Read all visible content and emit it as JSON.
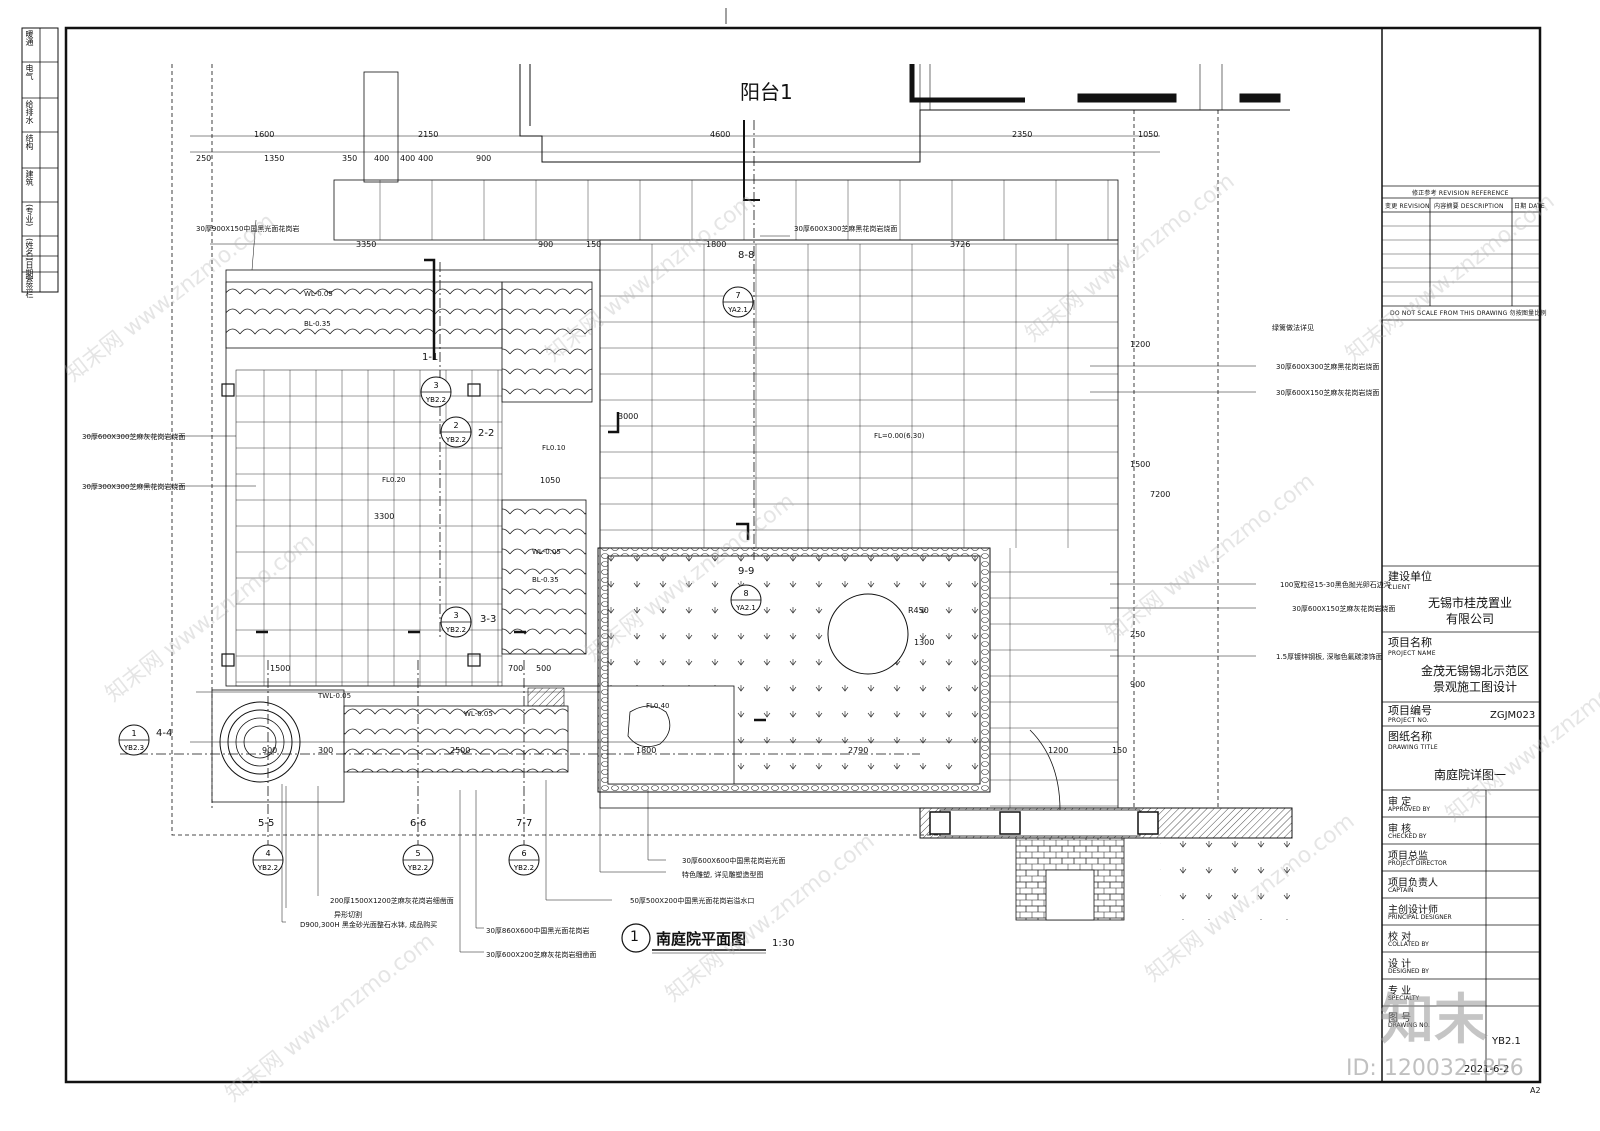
{
  "drawing": {
    "balcony_label": "阳台1",
    "title_index": "1",
    "title": "南庭院平面图",
    "scale": "1:30"
  },
  "left_strip": [
    "暖通",
    "电气",
    "给排水",
    "结构",
    "建筑",
    "(专业)",
    "(姓名)",
    "(日期)",
    "会签栏"
  ],
  "dims_top": [
    "1600",
    "2150",
    "4600",
    "2350",
    "1050",
    "250",
    "1350",
    "350",
    "400",
    "400",
    "400",
    "900",
    "3350",
    "900",
    "150",
    "1800",
    "3726"
  ],
  "dims_misc": [
    "1500",
    "900",
    "300",
    "2500",
    "1050",
    "500",
    "700",
    "1800",
    "2790",
    "1200",
    "150",
    "1300",
    "R450",
    "3300",
    "3000",
    "7200",
    "1500",
    "1200",
    "900",
    "250"
  ],
  "levels": [
    "WL-0.05",
    "BL-0.35",
    "FL0.20",
    "FL0.10",
    "WL-0.05",
    "BL-0.35",
    "FL=0.00(6.30)",
    "FL0.40",
    "TWL-0.05",
    "WL-0.05"
  ],
  "sections": [
    "1-1",
    "2-2",
    "3-3",
    "4-4",
    "5-5",
    "6-6",
    "7-7",
    "8-8",
    "9-9"
  ],
  "callouts": [
    {
      "n": "3",
      "ref": "YB2.2"
    },
    {
      "n": "2",
      "ref": "YB2.2"
    },
    {
      "n": "3",
      "ref": "YB2.2"
    },
    {
      "n": "1",
      "ref": "YB2.3"
    },
    {
      "n": "4",
      "ref": "YB2.2"
    },
    {
      "n": "5",
      "ref": "YB2.2"
    },
    {
      "n": "6",
      "ref": "YB2.2"
    },
    {
      "n": "7",
      "ref": "YA2.1"
    },
    {
      "n": "8",
      "ref": "YA2.1"
    }
  ],
  "notes_left": [
    "30厚900X150中国黑光面花岗岩",
    "30厚600X300芝麻灰花岗岩烧面",
    "30厚300X300芝麻黑花岗岩烧面"
  ],
  "notes_top": [
    "30厚600X300芝麻黑花岗岩烧面"
  ],
  "notes_right": [
    "绿篱做法详见",
    "30厚600X300芝麻黑花岗岩烧面",
    "30厚600X150芝麻灰花岗岩烧面",
    "100宽粒径15-30黑色抛光卵石边沟",
    "30厚600X150芝麻灰花岗岩烧面",
    "1.5厚镀锌钢板, 深咖色氟碳漆饰面"
  ],
  "notes_bottom": [
    "30厚600X600中国黑花岗岩光面",
    "特色雕塑, 详见雕塑造型图",
    "50厚500X200中国黑光面花岗岩溢水口",
    "200厚1500X1200芝麻灰花岗岩细凿面",
    "异形切割",
    "D900,300H 黑金砂光面整石水钵, 成品购买",
    "30厚860X600中国黑光面花岗岩",
    "30厚600X200芝麻灰花岗岩细凿面"
  ],
  "revision": {
    "title": "修正参考  REVISION REFERENCE",
    "col1": "变更 REVISION",
    "col2": "内容摘要 DESCRIPTION",
    "col3": "日期 DATE",
    "scale_note": "DO NOT SCALE FROM THIS DRAWING  勿按图量比例"
  },
  "titleblock": {
    "client_cn": "建设单位",
    "client_en": "CLIENT",
    "client_value_1": "无锡市桂茂置业",
    "client_value_2": "有限公司",
    "project_cn": "项目名称",
    "project_en": "PROJECT NAME",
    "project_value_1": "金茂无锡锡北示范区",
    "project_value_2": "景观施工图设计",
    "projno_cn": "项目编号",
    "projno_en": "PROJECT NO.",
    "projno_value": "ZGJM023",
    "dtitle_cn": "图纸名称",
    "dtitle_en": "DRAWING TITLE",
    "dtitle_value": "南庭院详图一",
    "rows": [
      {
        "cn": "审  定",
        "en": "APPROVED BY"
      },
      {
        "cn": "审  核",
        "en": "CHECKED BY"
      },
      {
        "cn": "项目总监",
        "en": "PROJECT DIRECTOR"
      },
      {
        "cn": "项目负责人",
        "en": "CAPTAIN"
      },
      {
        "cn": "主创设计师",
        "en": "PRINCIPAL DESIGNER"
      },
      {
        "cn": "校  对",
        "en": "COLLATED BY"
      },
      {
        "cn": "设  计",
        "en": "DESIGNED BY"
      },
      {
        "cn": "专  业",
        "en": "SPECIALTY"
      },
      {
        "cn": "图  号",
        "en": "DRAWING NO."
      }
    ],
    "drawing_no": "YB2.1",
    "date": "2021-6-2",
    "sheet_size": "A2"
  },
  "watermark": {
    "logo": "知末",
    "id": "ID: 1200321856",
    "site": "知末网 www.znzmo.com"
  },
  "colors": {
    "line": "#111111",
    "watermark": "#b4b4b4"
  }
}
